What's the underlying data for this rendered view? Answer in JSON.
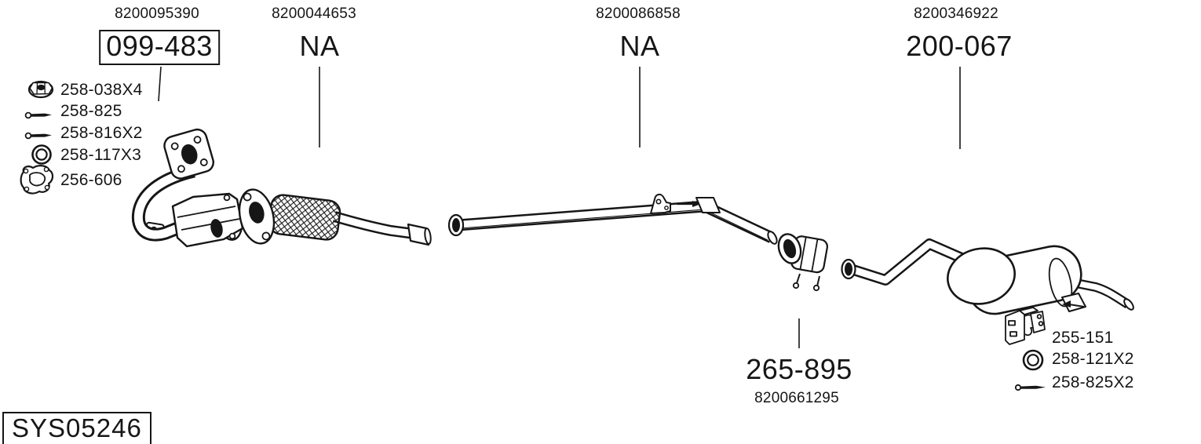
{
  "colors": {
    "ink": "#161616",
    "paper": "#ffffff"
  },
  "assemblies": [
    {
      "oe_ref": "8200095390",
      "code": "099-483",
      "boxed": true
    },
    {
      "oe_ref": "8200044653",
      "code": "NA",
      "boxed": false
    },
    {
      "oe_ref": "8200086858",
      "code": "NA",
      "boxed": false
    },
    {
      "oe_ref": "8200346922",
      "code": "200-067",
      "boxed": false
    }
  ],
  "center_assembly": {
    "code": "265-895",
    "oe_ref": "8200661295"
  },
  "left_parts": [
    {
      "icon": "flange-nut-icon",
      "label": "258-038X4"
    },
    {
      "icon": "bolt-icon",
      "label": "258-825"
    },
    {
      "icon": "bolt-icon",
      "label": "258-816X2"
    },
    {
      "icon": "gasket-ring-icon",
      "label": "258-117X3"
    },
    {
      "icon": "flange-gasket-icon",
      "label": "256-606"
    }
  ],
  "right_parts": [
    {
      "icon": "rubber-hanger-icon",
      "label": "255-151"
    },
    {
      "icon": "gasket-ring-icon",
      "label": "258-121X2"
    },
    {
      "icon": "bolt-icon",
      "label": "258-825X2"
    }
  ],
  "system_id": "SYS05246"
}
